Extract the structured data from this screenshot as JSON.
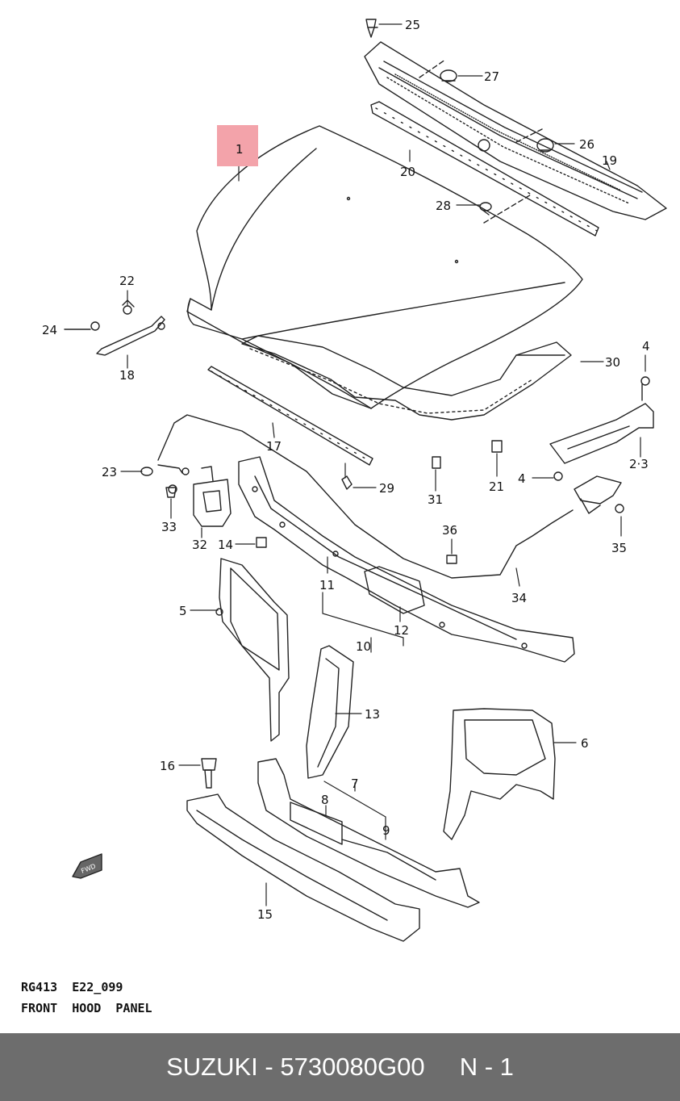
{
  "colors": {
    "footer_bg": "#6d6d6d",
    "highlight": "#f3a3aa",
    "line": "#222222"
  },
  "diagram": {
    "highlighted_part": "1",
    "callouts": [
      "1",
      "2·3",
      "4",
      "4",
      "5",
      "6",
      "7",
      "8",
      "9",
      "10",
      "11",
      "12",
      "13",
      "14",
      "15",
      "16",
      "17",
      "18",
      "19",
      "20",
      "21",
      "22",
      "23",
      "24",
      "25",
      "26",
      "27",
      "28",
      "29",
      "30",
      "31",
      "32",
      "33",
      "34",
      "35",
      "36"
    ],
    "fwd_arrow": "FWD"
  },
  "doc": {
    "ref_code": "RG413  E22_099",
    "title": "FRONT  HOOD  PANEL"
  },
  "footer": {
    "brand": "SUZUKI",
    "part_number": "5730080G00",
    "position": "N - 1"
  }
}
